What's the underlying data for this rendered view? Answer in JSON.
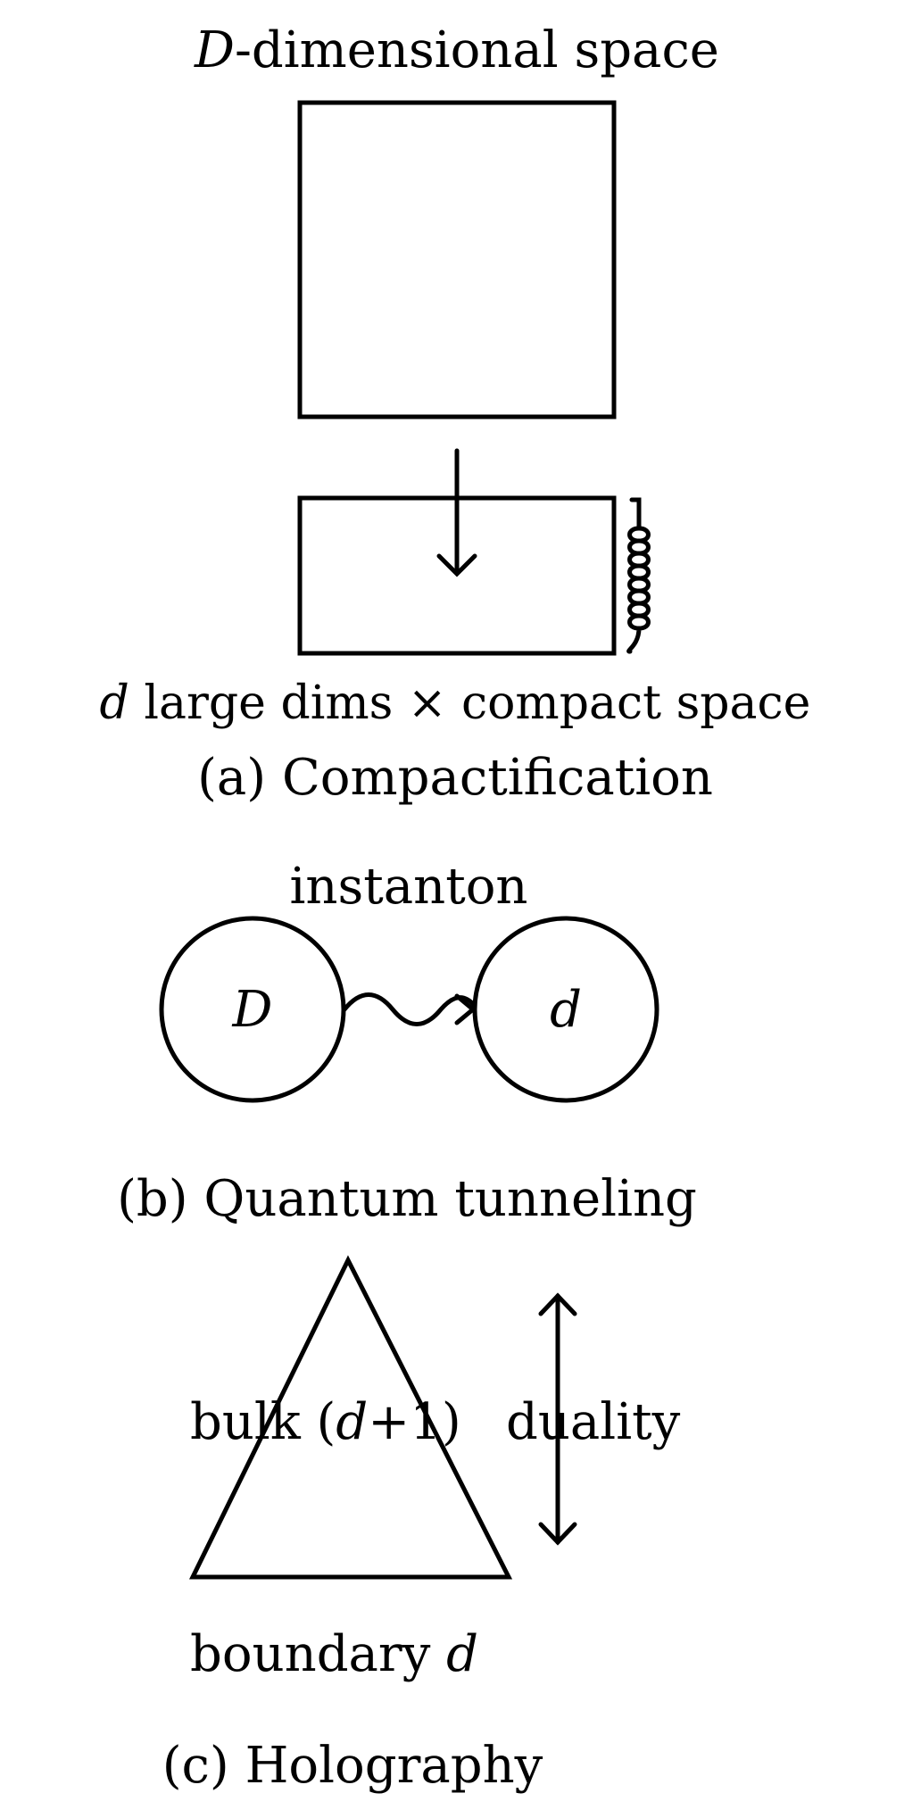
{
  "panel_a": {
    "top_label_var": "D",
    "top_label_rest": "-dimensional space",
    "bottom_label_var": "d",
    "bottom_label_rest": " large dims × compact space",
    "caption": "(a) Compactification"
  },
  "panel_b": {
    "arrow_label": "instanton",
    "left_circle_label": "D",
    "right_circle_label": "d",
    "caption": "(b) Quantum tunneling"
  },
  "panel_c": {
    "bulk_label_prefix": "bulk (",
    "bulk_label_var": "d",
    "bulk_label_suffix": "+1)",
    "duality_label": "duality",
    "boundary_label_prefix": "boundary ",
    "boundary_label_var": "d",
    "caption": "(c) Holography"
  },
  "colors": {
    "ink": "#000000",
    "background": "#ffffff"
  }
}
